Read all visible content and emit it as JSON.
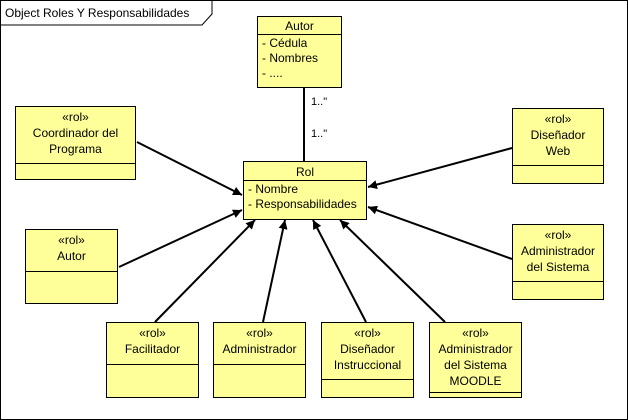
{
  "frame": {
    "title": "Object Roles Y Responsabilidades"
  },
  "colors": {
    "class_fill": "#ffff99",
    "line": "#000000"
  },
  "classes": {
    "autor_top": {
      "stereotype": "",
      "name": [
        "Autor"
      ],
      "attributes": [
        "- Cédula",
        "- Nombres",
        "- ...."
      ]
    },
    "rol": {
      "stereotype": "",
      "name": [
        "Rol"
      ],
      "attributes": [
        "- Nombre",
        "- Responsabilidades"
      ]
    },
    "coordinador": {
      "stereotype": "«rol»",
      "name": [
        "Coordinador del",
        "Programa"
      ],
      "attributes": []
    },
    "disenador_web": {
      "stereotype": "«rol»",
      "name": [
        "Diseñador",
        "Web"
      ],
      "attributes": []
    },
    "autor_rol": {
      "stereotype": "«rol»",
      "name": [
        "Autor"
      ],
      "attributes": []
    },
    "admin_sistema": {
      "stereotype": "«rol»",
      "name": [
        "Administrador",
        "del Sistema"
      ],
      "attributes": []
    },
    "facilitador": {
      "stereotype": "«rol»",
      "name": [
        "Facilitador"
      ],
      "attributes": []
    },
    "administrador": {
      "stereotype": "«rol»",
      "name": [
        "Administrador"
      ],
      "attributes": []
    },
    "disenador_instr": {
      "stereotype": "«rol»",
      "name": [
        "Diseñador",
        "Instruccional"
      ],
      "attributes": []
    },
    "admin_moodle": {
      "stereotype": "«rol»",
      "name": [
        "Administrador",
        "del Sistema",
        "MOODLE"
      ],
      "attributes": []
    }
  },
  "association": {
    "mult_autor_end": "1..\"",
    "mult_rol_end": "1..\""
  }
}
